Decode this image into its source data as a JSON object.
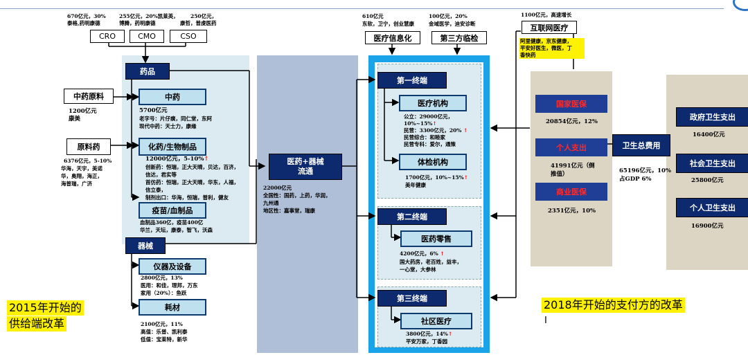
{
  "supply": {
    "cro": {
      "label": "CRO",
      "value": "670亿元，30%",
      "players": "泰格,药明康德"
    },
    "cmo": {
      "label": "CMO",
      "value": "255亿元，20%凯莱英，",
      "players": "博腾，药明康德"
    },
    "cso": {
      "label": "CSO",
      "value": "250亿元，",
      "players": "康哲，普虔医药"
    },
    "tcm_raw": {
      "label": "中药原料",
      "value": "1200亿元",
      "players": "康美"
    },
    "api": {
      "label": "原料药",
      "value": "6376亿元，5-10%",
      "players": [
        "华海，天宇，美诺",
        "华，奥翔，海正，",
        "海普瑞，广济"
      ]
    },
    "drugs": {
      "label": "药品"
    },
    "tcm": {
      "label": "中药",
      "value": "5700亿元",
      "lines": [
        "老字号：片仔癀，同仁堂，东阿",
        "现代中药：天士力，康缘"
      ]
    },
    "chem": {
      "label": "化药/生物制品",
      "value": "12000亿元，5-10%",
      "lines": [
        "创新药：恒瑞，正大天晴，贝达，百济，",
        "信达，君实等",
        "首仿药：恒瑞，正大天晴，华东，人福，",
        "信立泰，",
        "制剂出口：华海，恒瑞，普利，健友"
      ]
    },
    "vaccine": {
      "label": "疫苗/血制品",
      "lines": [
        "血制品360亿，疫苗400亿",
        "华兰，天坛，康泰，智飞，沃森"
      ]
    },
    "device": {
      "label": "器械"
    },
    "equipment": {
      "label": "仪器及设备",
      "lines": [
        "2800亿元，13%",
        "医用：和佳，理邦，万东",
        "家用（20%）：鱼跃"
      ]
    },
    "consumables": {
      "label": "耗材",
      "lines": [
        "2100亿元，11%",
        "高值：乐普、凯利泰",
        "低值：宝莱特，新华"
      ]
    }
  },
  "distribution": {
    "label_line1": "医药+器械",
    "label_line2": "流通",
    "lines": [
      "22000亿元",
      "全国性：国药，上药，华润，",
      "九州通",
      "地区性：嘉事堂，瑞康"
    ]
  },
  "top": {
    "it": {
      "label": "医疗信息化",
      "value": "610亿元",
      "players": "东软，卫宁，创业慧康"
    },
    "lab": {
      "label": "第三方临检",
      "value": "100亿元，20%",
      "players": "金域医学，迪安诊断"
    },
    "internet": {
      "label": "互联网医疗",
      "value": "1100亿元，高速增长",
      "players": [
        "阿里健康，京东健康，",
        "平安好医生，微医，丁",
        "香快药"
      ]
    }
  },
  "terminals": {
    "t1": {
      "label": "第一终端"
    },
    "hospital": {
      "label": "医疗机构",
      "lines": [
        "公立：29000亿元，",
        "10%~15%",
        "民营：3300亿元，20%",
        "民营综合：和睦家",
        "民营专科：爱尔，通策"
      ]
    },
    "checkup": {
      "label": "体检机构",
      "lines": [
        "1700亿元，10%~15%",
        "美年健康"
      ]
    },
    "t2": {
      "label": "第二终端"
    },
    "retail": {
      "label": "医药零售",
      "lines": [
        "4200亿元，6%",
        "国大药房，老百姓，益丰，",
        "一心堂，大参林"
      ]
    },
    "t3": {
      "label": "第三终端"
    },
    "community": {
      "label": "社区医疗",
      "lines": [
        "3800亿元，14%",
        "平安万家，丁香园"
      ]
    }
  },
  "payers": {
    "insurance": {
      "label": "国家医保",
      "value": "20854亿元，12%"
    },
    "personal": {
      "label": "个人支出",
      "lines": [
        "41991亿元（倒",
        "推值）"
      ]
    },
    "commercial": {
      "label": "商业医保",
      "value": "2351亿元，10%"
    },
    "total": {
      "label": "卫生总费用",
      "lines": [
        "65196亿元，10%",
        "占GDP 6%"
      ]
    },
    "gov": {
      "label": "政府卫生支出",
      "value": "16400亿元"
    },
    "social": {
      "label": "社会卫生支出",
      "value": "25800亿元"
    },
    "indiv": {
      "label": "个人卫生支出",
      "value": "16900亿元"
    }
  },
  "captions": {
    "left_line1": "2015年开始的",
    "left_line2": "供给端改革",
    "right": "2018年开始的支付方的改革"
  },
  "colors": {
    "navy": "#0d2a6e",
    "blue_frame": "#1aa3e8",
    "panel_light": "#dcebf2",
    "panel_mid": "#b0bfd8",
    "panel_beige": "#ddd5c4",
    "highlight": "#fff200",
    "up_arrow": "#ff0000"
  }
}
